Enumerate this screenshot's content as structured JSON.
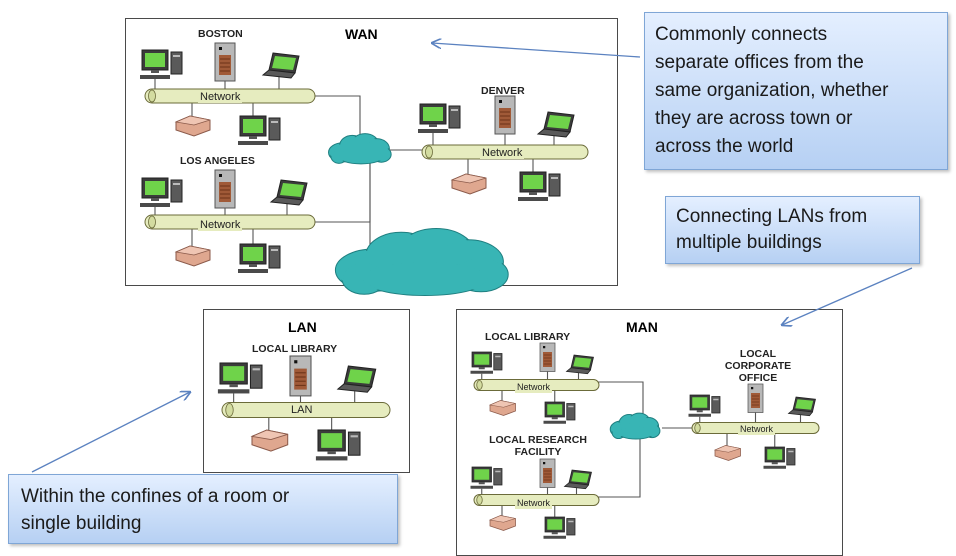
{
  "wan": {
    "title": "WAN",
    "sites": {
      "boston": "BOSTON",
      "denver": "DENVER",
      "los_angeles": "LOS ANGELES"
    },
    "bus_label": "Network"
  },
  "lan": {
    "title": "LAN",
    "site": "LOCAL LIBRARY",
    "bus_label": "LAN"
  },
  "man": {
    "title": "MAN",
    "sites": {
      "library": "LOCAL LIBRARY",
      "research": "LOCAL RESEARCH\nFACILITY",
      "corporate": "LOCAL\nCORPORATE\nOFFICE"
    },
    "bus_label": "Network"
  },
  "callouts": {
    "wan": "Commonly connects\nseparate offices from the\nsame organization, whether\nthey are across town or\nacross the world",
    "man": "Connecting LANs from\nmultiple buildings",
    "lan": "Within the confines of a room or\nsingle building"
  },
  "icons": [
    "desktop-computer-icon",
    "laptop-icon",
    "server-tower-icon",
    "printer-icon",
    "cloud-icon",
    "network-bus-icon"
  ],
  "colors": {
    "bus": "#e6ecbf",
    "cloud": "#38b5b5",
    "screen": "#6fd34a",
    "printer": "#dfa78f",
    "callout": "#b6d0f3"
  }
}
